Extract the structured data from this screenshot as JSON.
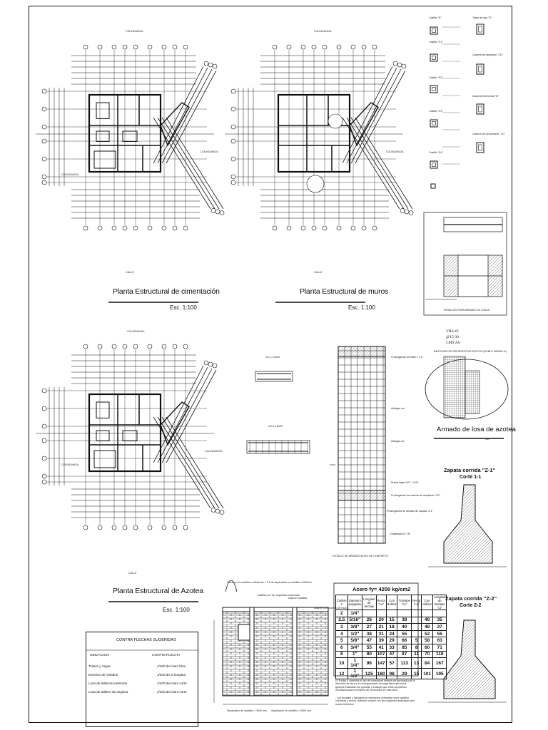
{
  "plans": {
    "cimentacion": {
      "title": "Planta Estructural de cimentación",
      "scale": "Esc. 1:100"
    },
    "muros": {
      "title": "Planta Estructural de muros",
      "scale": "Esc. 1:100"
    },
    "azotea": {
      "title": "Planta Estructural de Azotea",
      "scale": "Esc. 1:100"
    },
    "street_top": "COLINDANCIA",
    "street_side": "COLINDANCIA",
    "street_bottom": "CALLE"
  },
  "castillos": {
    "left_labels": [
      "Castillo \"K\"",
      "Castillo \"K1\"",
      "Castillo \"K2\"",
      "Castillo \"K3\"",
      "Castillo \"K4\""
    ],
    "right_labels": [
      "Trabe de liga \"TL\"",
      "Cadena de desplante \"CD\"",
      "Cadena Intermedia \"CI\"",
      "Cadena de cerramiento \"CC\""
    ]
  },
  "losas": {
    "detail_caption": "DETALLES PARA ARMADO DE LOSAS",
    "notes": [
      "VRS #3",
      "@15-30",
      "CMS AS"
    ],
    "bastones": "BASTONES DE REFUERZO EN APOYOS (DOBLE PARRILLA)",
    "armado_title": "Armado de losa de azotea",
    "armado_scale": "S/E"
  },
  "beams": {
    "beam1": "mC-1 12X40",
    "beam2": "mC-2 15X20"
  },
  "muro_concreto": {
    "caption": "DETALLE DE ARMADO MURO DE CONCRETO",
    "labels": [
      "Prolongación de trabe o CC",
      "Adelgaz.cm",
      "Adelgaz.cm",
      "Planta baja N.P.T. +0.00",
      "Prolongación de cadena de desplante \"CD\"",
      "Prolongación de armado de zapata \"Z-1\"",
      "Chaflanado N.T.N."
    ]
  },
  "zapatas": {
    "z1_title": "Zapata corrida \"Z-1\"",
    "z1_corte": "Corte 1-1",
    "z2_title": "Zapata corrida \"Z-2\"",
    "z2_corte": "Corte 2-2"
  },
  "acero": {
    "title": "Acero fy= 4200 kg/cm2",
    "headers": [
      "Calibre #",
      "Diámetro pulgadas",
      "Longitud de anclaje",
      "Recta \"La\"",
      "Con doblez",
      "Traslape \"Ls\"",
      "Recta \"Ld\"",
      "Con doblez",
      "Longitud de traslape \"Lt\""
    ],
    "rows": [
      [
        "2",
        "1/4\"",
        "",
        "",
        "",
        "",
        "",
        "",
        ""
      ],
      [
        "2.5",
        "5/16\"",
        "26",
        "20",
        "15",
        "38",
        "",
        "48",
        "35"
      ],
      [
        "3",
        "3/8\"",
        "27",
        "21",
        "18",
        "40",
        "",
        "48",
        "37"
      ],
      [
        "4",
        "1/2\"",
        "38",
        "31",
        "24",
        "55",
        "",
        "52",
        "55"
      ],
      [
        "5",
        "5/8\"",
        "47",
        "39",
        "29",
        "66",
        "5",
        "58",
        "63"
      ],
      [
        "6",
        "3/4\"",
        "55",
        "41",
        "33",
        "85",
        "8",
        "60",
        "71"
      ],
      [
        "8",
        "1\"",
        "80",
        "107",
        "47",
        "87",
        "11",
        "70",
        "118"
      ],
      [
        "10",
        "1 1/4\"",
        "96",
        "147",
        "57",
        "113",
        "13",
        "84",
        "167"
      ],
      [
        "12",
        "1 1/2\"",
        "125",
        "180",
        "98",
        "29",
        "15",
        "101",
        "195"
      ]
    ],
    "notes": [
      "(*) Soldar o conectar el uso de conectores deberá ser aprobado por la dirección de obra y el corresponsable de seguridad estructural quienes evaluarán los pruebas y ensayes que ellos consideren necesarios para el empleo de conectores en esta obra.",
      "- Los anclajes y traslapes en elementos verticales como castillos, columnas y muros, deberán cumplir con las longitudes indicadas para barras inferiores"
    ]
  },
  "contraflechas": {
    "title": "CONTRA FLECHAS SUGERIDAS",
    "col1": "UBICACION",
    "col2": "CONTRAFLECHA",
    "rows": [
      [
        "Trabes y Vigas",
        "1/400 del claro libre"
      ],
      [
        "Extremo de Volados",
        "1/200 de la longitud"
      ],
      [
        "Losa de tableros interiores",
        "1/400 del claro corto"
      ],
      [
        "Losa de tablero de esquina",
        "1/200 del claro corto"
      ]
    ]
  },
  "muro_block": {
    "labels": [
      "Refuerzo en castillos a distancia < 1.5 de separación en castillos o 600mm",
      "Castillos por ser requerido estructural",
      "Dala en castillos",
      "Dala en cerramiento de muros",
      "Separación de castillos < 3000 mm",
      "Separación de castillos < 3000 mm"
    ]
  }
}
